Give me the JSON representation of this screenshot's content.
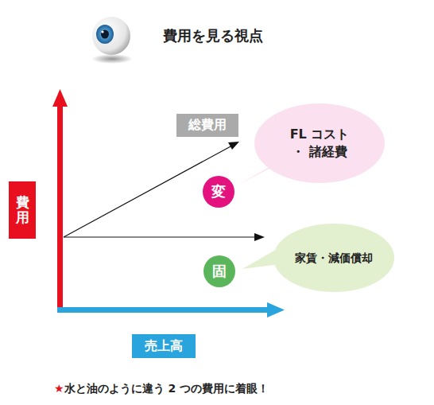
{
  "diagram": {
    "title": "費用を見る視点",
    "caption": "水と油のように違う 2 つの費用に着眼！",
    "nodes": [
      {
        "text": [
          "総費用"
        ]
      },
      {
        "text": [
          "FL コスト ・ 諸経費"
        ]
      },
      {
        "text": [
          "変"
        ]
      },
      {
        "text": [
          "費用"
        ]
      },
      {
        "text": [
          "家賃・減価償却"
        ]
      },
      {
        "text": [
          "固"
        ]
      },
      {
        "text": [
          "売上高"
        ]
      }
    ],
    "labels": [
      "★"
    ]
  }
}
